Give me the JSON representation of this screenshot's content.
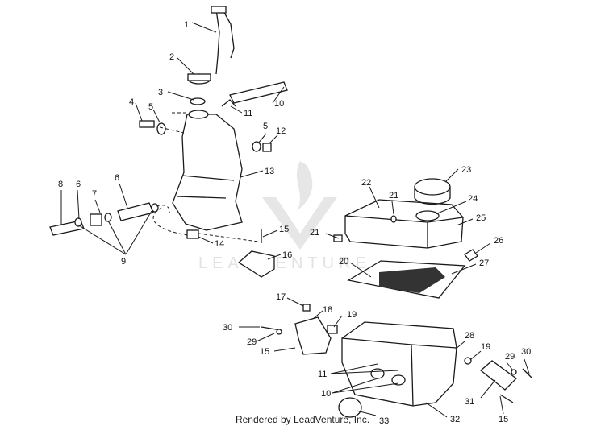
{
  "watermark": "LEADVENTURE",
  "credit": "Rendered by LeadVenture, Inc.",
  "callouts": [
    "1",
    "2",
    "3",
    "4",
    "5",
    "5",
    "6",
    "6",
    "7",
    "8",
    "9",
    "10",
    "10",
    "11",
    "11",
    "12",
    "13",
    "14",
    "15",
    "15",
    "15",
    "16",
    "17",
    "18",
    "19",
    "19",
    "20",
    "21",
    "21",
    "22",
    "23",
    "24",
    "25",
    "26",
    "27",
    "28",
    "29",
    "29",
    "30",
    "30",
    "31",
    "32",
    "33"
  ]
}
